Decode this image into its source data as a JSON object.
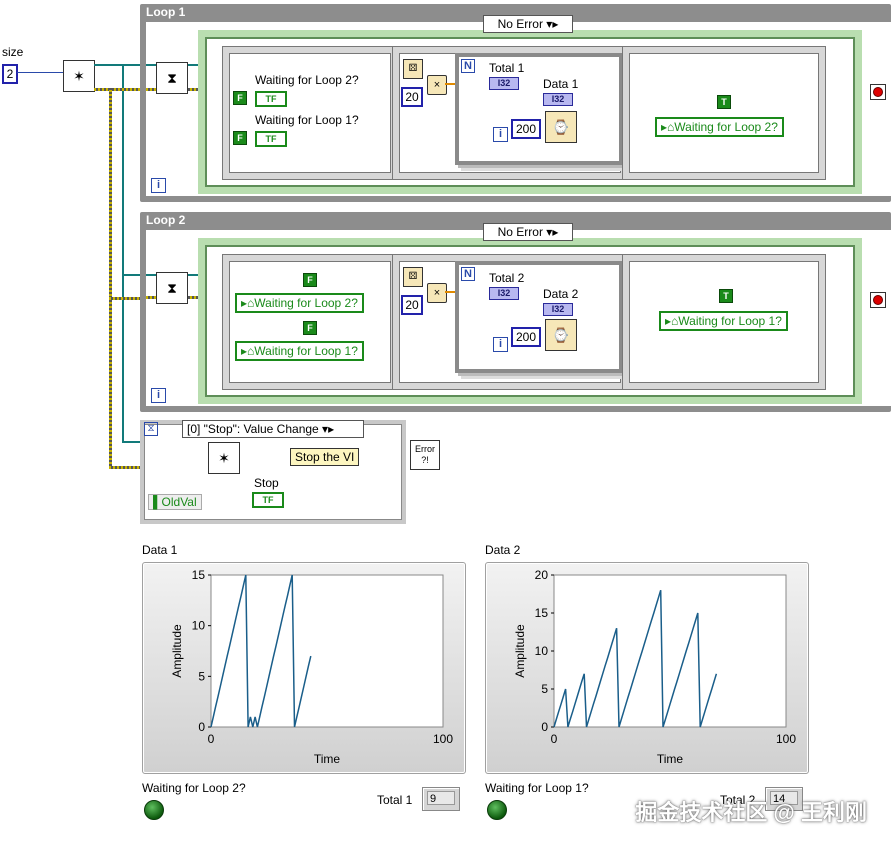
{
  "block_diagram": {
    "size_label": "size",
    "size_value": "2",
    "loop1": {
      "title": "Loop 1",
      "case_selector": "No Error",
      "frame1": {
        "label_a": "Waiting for Loop 2?",
        "label_b": "Waiting for Loop 1?",
        "const_a": "F",
        "const_b": "F",
        "tf": "TF"
      },
      "frame2": {
        "count_const": "20",
        "n_label": "N",
        "total_label": "Total 1",
        "i32": "I32",
        "data_label": "Data 1",
        "wait_const": "200",
        "i_label": "i"
      },
      "frame3": {
        "true_const": "T",
        "notifier_label": "Waiting for Loop 2?"
      },
      "iteration": "i"
    },
    "loop2": {
      "title": "Loop 2",
      "case_selector": "No Error",
      "frame1": {
        "const_a": "F",
        "const_b": "F",
        "label_a": "Waiting for Loop 2?",
        "label_b": "Waiting for Loop 1?"
      },
      "frame2": {
        "count_const": "20",
        "n_label": "N",
        "total_label": "Total 2",
        "i32": "I32",
        "data_label": "Data 2",
        "wait_const": "200",
        "i_label": "i"
      },
      "frame3": {
        "true_const": "T",
        "notifier_label": "Waiting for Loop 1?"
      },
      "iteration": "i"
    },
    "event": {
      "selector": "[0] \"Stop\": Value Change",
      "stop_the_vi": "Stop the VI",
      "stop_label": "Stop",
      "stop_tf": "TF",
      "oldval": "OldVal",
      "error_label": "Error ?!"
    }
  },
  "front_panel": {
    "graph1": {
      "title": "Data 1",
      "ylabel": "Amplitude",
      "xlabel": "Time",
      "yticks": [
        "15",
        "10",
        "5",
        "0"
      ],
      "xticks": [
        "0",
        "100"
      ],
      "led_label": "Waiting for Loop 2?",
      "total_label": "Total 1",
      "total_value": "9"
    },
    "graph2": {
      "title": "Data 2",
      "ylabel": "Amplitude",
      "xlabel": "Time",
      "yticks": [
        "20",
        "15",
        "10",
        "5",
        "0"
      ],
      "xticks": [
        "0",
        "100"
      ],
      "led_label": "Waiting for Loop 1?",
      "total_label": "Total 2",
      "total_value": "14"
    },
    "watermark": "掘金技术社区 @ 王利刚"
  },
  "chart_data": [
    {
      "type": "line",
      "title": "Data 1",
      "xlabel": "Time",
      "ylabel": "Amplitude",
      "xlim": [
        0,
        100
      ],
      "ylim": [
        0,
        15
      ],
      "x": [
        0,
        1,
        2,
        3,
        4,
        5,
        6,
        7,
        8,
        9,
        10,
        11,
        12,
        13,
        14,
        15,
        16,
        17,
        18,
        19,
        20,
        21,
        22,
        23,
        24,
        25,
        26,
        27,
        28,
        29,
        30,
        31,
        32,
        33,
        34,
        35,
        36,
        37,
        38,
        39,
        40,
        41,
        42,
        43,
        44,
        45,
        46,
        47,
        48,
        49,
        50,
        51,
        52,
        53
      ],
      "series": [
        {
          "values": [
            0,
            1,
            2,
            3,
            4,
            5,
            6,
            7,
            8,
            9,
            10,
            11,
            12,
            13,
            14,
            15,
            0,
            1,
            0,
            1,
            0,
            1,
            2,
            3,
            4,
            5,
            6,
            7,
            8,
            9,
            10,
            11,
            12,
            13,
            14,
            15,
            0,
            1,
            2,
            3,
            4,
            5,
            6,
            7,
            null,
            null,
            null,
            null,
            null,
            null,
            null,
            null,
            null,
            null
          ]
        }
      ]
    },
    {
      "type": "line",
      "title": "Data 2",
      "xlabel": "Time",
      "ylabel": "Amplitude",
      "xlim": [
        0,
        100
      ],
      "ylim": [
        0,
        20
      ],
      "x": [
        0,
        1,
        2,
        3,
        4,
        5,
        6,
        7,
        8,
        9,
        10,
        11,
        12,
        13,
        14,
        15,
        16,
        17,
        18,
        19,
        20,
        21,
        22,
        23,
        24,
        25,
        26,
        27,
        28,
        29,
        30,
        31,
        32,
        33,
        34,
        35,
        36,
        37,
        38,
        39,
        40,
        41,
        42,
        43,
        44,
        45,
        46,
        47,
        48,
        49,
        50,
        51,
        52,
        53,
        54,
        55,
        56,
        57,
        58,
        59,
        60,
        61,
        62,
        63,
        64,
        65,
        66,
        67,
        68,
        69,
        70,
        71,
        72,
        73,
        74,
        75
      ],
      "series": [
        {
          "values": [
            0,
            1,
            2,
            3,
            4,
            5,
            0,
            1,
            2,
            3,
            4,
            5,
            6,
            7,
            0,
            1,
            2,
            3,
            4,
            5,
            6,
            7,
            8,
            9,
            10,
            11,
            12,
            13,
            0,
            1,
            2,
            3,
            4,
            5,
            6,
            7,
            8,
            9,
            10,
            11,
            12,
            13,
            14,
            15,
            16,
            17,
            18,
            0,
            1,
            2,
            3,
            4,
            5,
            6,
            7,
            8,
            9,
            10,
            11,
            12,
            13,
            14,
            15,
            0,
            1,
            2,
            3,
            4,
            5,
            6,
            7,
            null,
            null,
            null,
            null,
            null
          ]
        }
      ]
    }
  ]
}
